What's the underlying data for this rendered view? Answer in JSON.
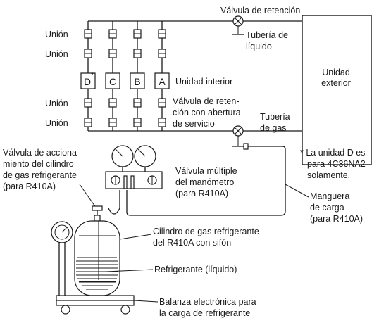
{
  "labels": {
    "valvula_retencion": "Válvula de retención",
    "tuberia_liquido_1": "Tubería de",
    "tuberia_liquido_2": "líquido",
    "union_1": "Unión",
    "union_2": "Unión",
    "union_3": "Unión",
    "union_4": "Unión",
    "unidad_interior": "Unidad interior",
    "unidad_exterior_1": "Unidad",
    "unidad_exterior_2": "exterior",
    "valvula_servicio_1": "Válvula de reten-",
    "valvula_servicio_2": "ción con abertura",
    "valvula_servicio_3": "de servicio",
    "tuberia_gas_1": "Tubería",
    "tuberia_gas_2": "de gas",
    "nota_1": "* La unidad D es",
    "nota_2": "para 4C36NA2",
    "nota_3": "solamente.",
    "valvula_cilindro_1": "Válvula de acciona-",
    "valvula_cilindro_2": "miento del cilindro",
    "valvula_cilindro_3": "de gas refrigerante",
    "valvula_cilindro_4": "(para R410A)",
    "manifold_1": "Válvula múltiple",
    "manifold_2": "del manómetro",
    "manifold_3": "(para R410A)",
    "manguera_1": "Manguera",
    "manguera_2": "de carga",
    "manguera_3": "(para R410A)",
    "cilindro_1": "Cilindro de gas refrigerante",
    "cilindro_2": "del R410A con sifón",
    "refrigerante": "Refrigerante (líquido)",
    "balanza_1": "Balanza electrónica para",
    "balanza_2": "la carga de refrigerante"
  },
  "units": [
    {
      "letter": "D",
      "mark": "*"
    },
    {
      "letter": "C",
      "mark": ""
    },
    {
      "letter": "B",
      "mark": ""
    },
    {
      "letter": "A",
      "mark": ""
    }
  ]
}
